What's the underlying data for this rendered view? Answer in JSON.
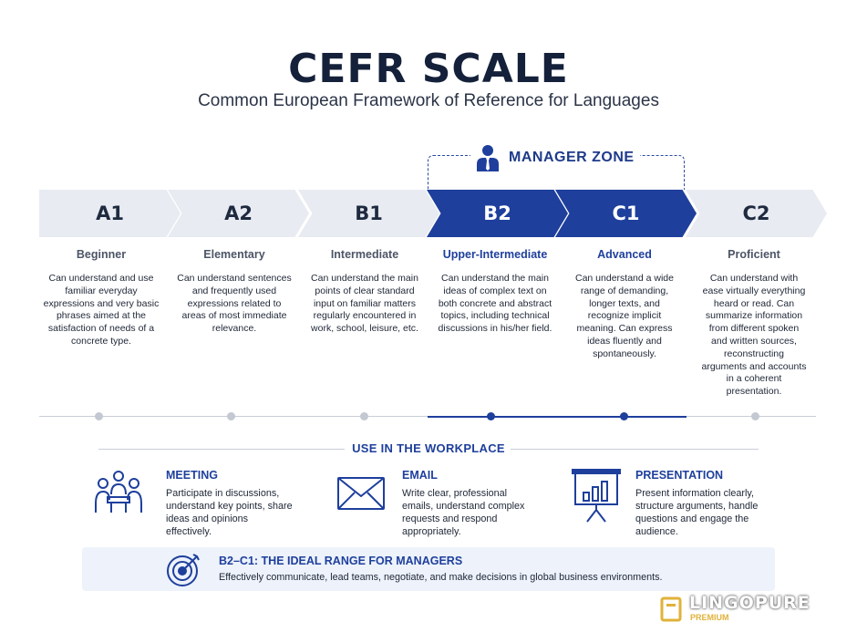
{
  "header": {
    "title": "CEFR SCALE",
    "subtitle": "Common European Framework of Reference for Languages"
  },
  "manager_zone": {
    "label": "MANAGER ZONE",
    "icon": "manager-person-icon"
  },
  "levels": [
    {
      "code": "A1",
      "name": "Beginner",
      "active": false,
      "description": "Can understand and use familiar everyday expressions and very basic phrases aimed at the satisfaction of needs of a concrete type."
    },
    {
      "code": "A2",
      "name": "Elementary",
      "active": false,
      "description": "Can understand sentences and frequently used expressions related to areas of most immediate relevance."
    },
    {
      "code": "B1",
      "name": "Intermediate",
      "active": false,
      "description": "Can understand the main points of clear standard input on familiar matters regularly encountered in work, school, leisure, etc."
    },
    {
      "code": "B2",
      "name": "Upper-Intermediate",
      "active": true,
      "description": "Can understand the main ideas of complex text on both concrete and abstract topics, including technical discussions in his/her field."
    },
    {
      "code": "C1",
      "name": "Advanced",
      "active": true,
      "description": "Can understand a wide range of demanding, longer texts, and recognize implicit meaning. Can express ideas fluently and spontaneously."
    },
    {
      "code": "C2",
      "name": "Proficient",
      "active": false,
      "description": "Can understand with ease virtually everything heard or read. Can summarize information from different spoken and written sources, reconstructing arguments and accounts in a coherent presentation."
    }
  ],
  "workplace": {
    "title": "USE IN THE WORKPLACE",
    "items": [
      {
        "title": "MEETING",
        "icon": "meeting-icon",
        "text": "Participate in discussions, understand key points, share ideas and opinions effectively."
      },
      {
        "title": "EMAIL",
        "icon": "envelope-icon",
        "text": "Write clear, professional emails, understand complex requests and respond appropriately."
      },
      {
        "title": "PRESENTATION",
        "icon": "presentation-board-icon",
        "text": "Present information clearly, structure arguments, handle questions and engage the audience."
      }
    ]
  },
  "ideal": {
    "title": "B2–C1: THE IDEAL RANGE FOR MANAGERS",
    "text": "Effectively communicate, lead teams, negotiate, and make decisions in global business environments.",
    "icon": "target-icon"
  },
  "brand": {
    "name": "LINGOPURE",
    "tagline": "PREMIUM"
  },
  "colors": {
    "accent": "#1e3f9c",
    "inactive": "#e8ebf1",
    "brand_gold": "#e0b23a"
  }
}
